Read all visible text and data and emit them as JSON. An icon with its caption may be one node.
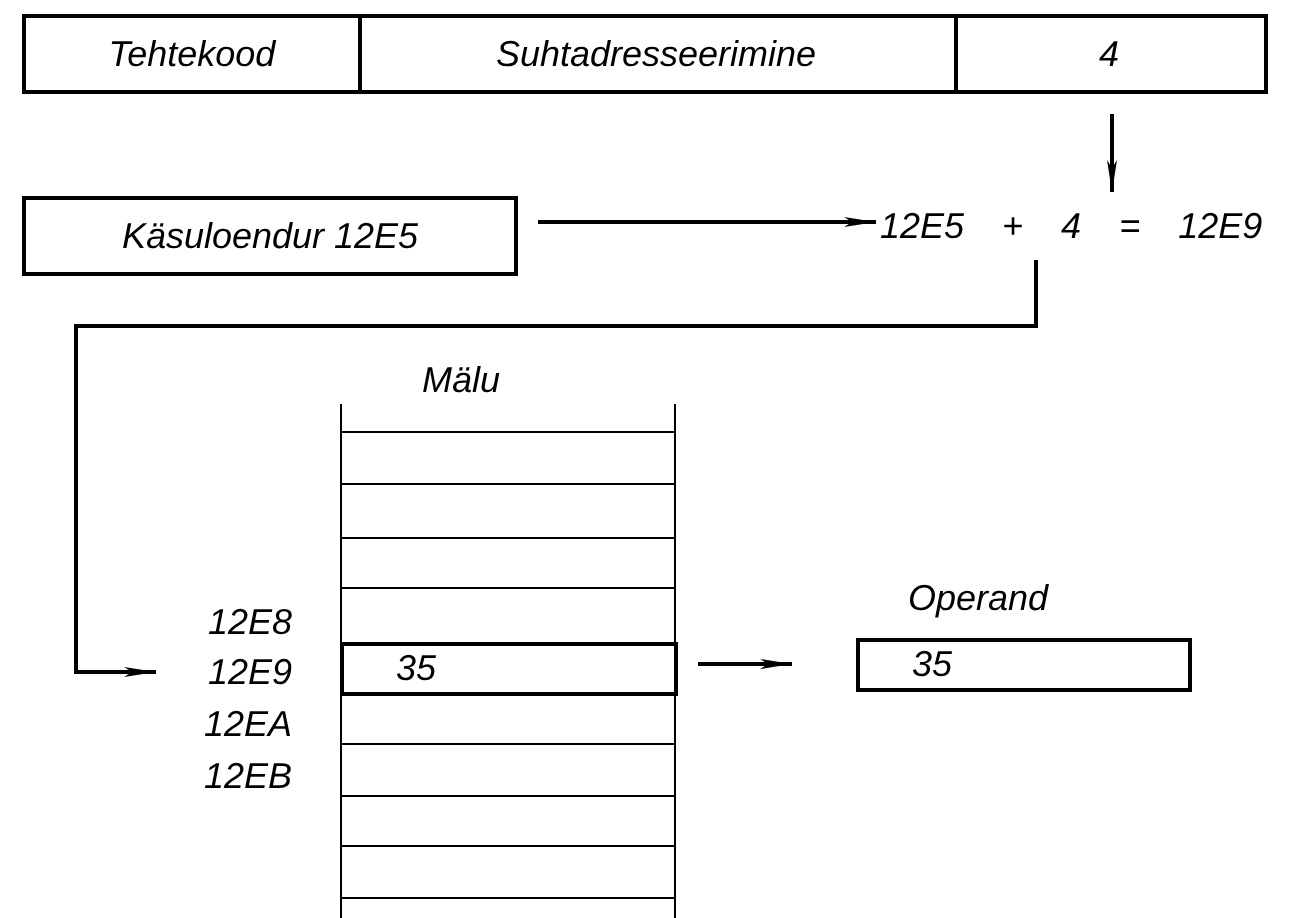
{
  "diagram": {
    "nodes": [
      {
        "text": [
          "Tehtekood"
        ]
      },
      {
        "text": [
          "Suhtadresseerimine"
        ]
      },
      {
        "text": [
          "4"
        ]
      },
      {
        "text": [
          "Käsuloendur 12E5"
        ]
      },
      {
        "text": [
          "12E5 + 4 = 12E9"
        ]
      },
      {
        "text": [
          "Mälu"
        ]
      },
      {
        "text": [
          "35"
        ],
        "in": 5
      },
      {
        "text": [
          "Operand",
          "35"
        ]
      },
      {
        "text": [
          "12E9"
        ]
      }
    ],
    "edges": [
      {
        "from": 2,
        "to": 4,
        "arrow": "to"
      },
      {
        "from": 3,
        "to": 4,
        "arrow": "to"
      },
      {
        "from": 4,
        "to": 8,
        "arrow": "to"
      },
      {
        "from": 6,
        "to": 7,
        "arrow": "to"
      }
    ],
    "labels": [
      "12E8",
      "12EA",
      "12EB"
    ]
  }
}
